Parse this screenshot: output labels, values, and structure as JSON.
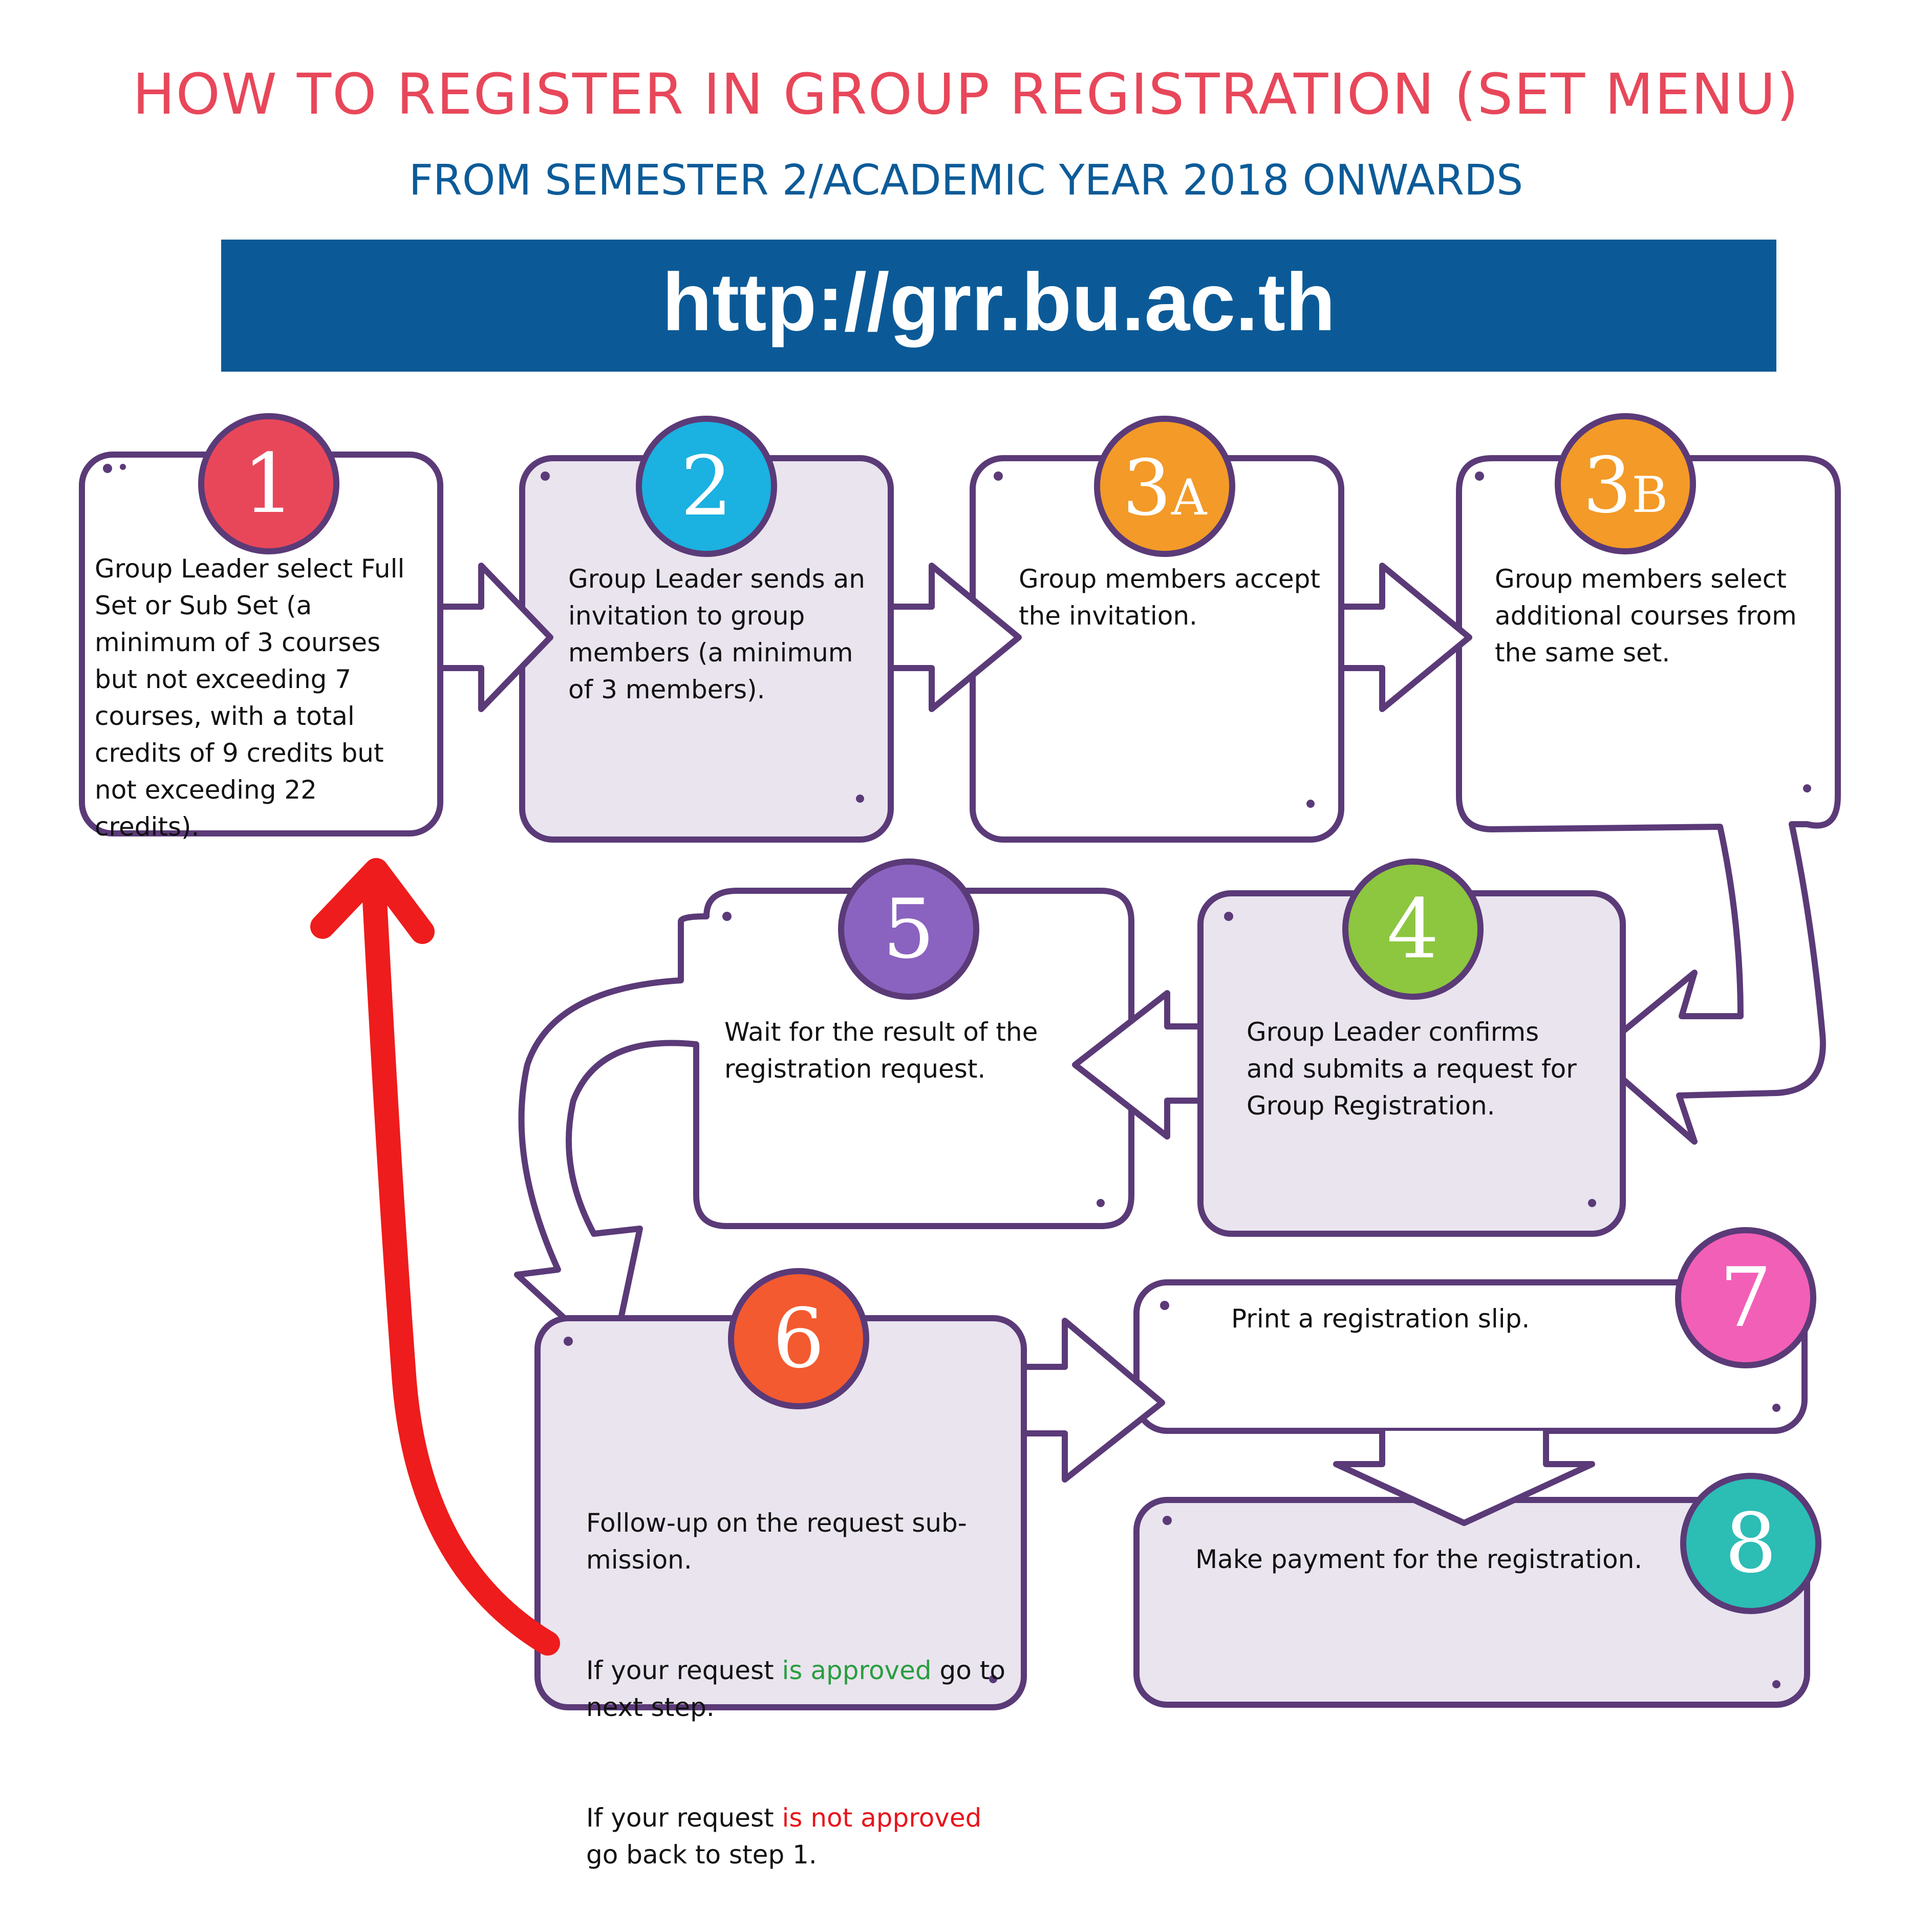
{
  "header": {
    "title": "HOW TO REGISTER IN GROUP REGISTRATION (SET MENU)",
    "subtitle": "FROM SEMESTER 2/ACADEMIC YEAR 2018 ONWARDS",
    "url": "http://grr.bu.ac.th"
  },
  "colors": {
    "title": "#e8475a",
    "subtitle": "#0c5b98",
    "url_bar": "#0b5a97",
    "box_outline": "#5b3a78",
    "box_fill_shaded": "#e9e4ee",
    "loop_arrow": "#ee1c1c"
  },
  "steps": [
    {
      "number": "1",
      "text": "Group Leader select Full Set or Sub Set (a minimum of 3 courses but not exceeding 7 courses, with a total credits of 9 credits but not exceeding 22 credits).",
      "badge_color": "#e8475a",
      "shaded": false
    },
    {
      "number": "2",
      "text": "Group Leader sends an invitation to group members (a minimum of 3 members).",
      "badge_color": "#1bb1e0",
      "shaded": true
    },
    {
      "number": "3",
      "suffix": "A",
      "text": "Group members accept the invitation.",
      "badge_color": "#f39a28",
      "shaded": false
    },
    {
      "number": "3",
      "suffix": "B",
      "text": "Group members select additional courses from the same set.",
      "badge_color": "#f39a28",
      "shaded": false
    },
    {
      "number": "4",
      "text": "Group Leader confirms and submits a request for Group Registration.",
      "badge_color": "#8dc63f",
      "shaded": true
    },
    {
      "number": "5",
      "text": "Wait for the result of the registration request.",
      "badge_color": "#8a63c0",
      "shaded": false
    },
    {
      "number": "6",
      "text_line1": "Follow-up on the request sub-mission.",
      "text_pre_approved": "If your request ",
      "approved": "is approved",
      "text_post_approved": " go to next step.",
      "text_pre_not": "If your request ",
      "not_approved": "is not approved",
      "text_post_not": " go back to step 1.",
      "badge_color": "#f35a30",
      "shaded": true
    },
    {
      "number": "7",
      "text": "Print a registration slip.",
      "badge_color": "#f25fb6",
      "shaded": false
    },
    {
      "number": "8",
      "text": "Make payment for the registration.",
      "badge_color": "#2cbdb5",
      "shaded": true
    }
  ]
}
